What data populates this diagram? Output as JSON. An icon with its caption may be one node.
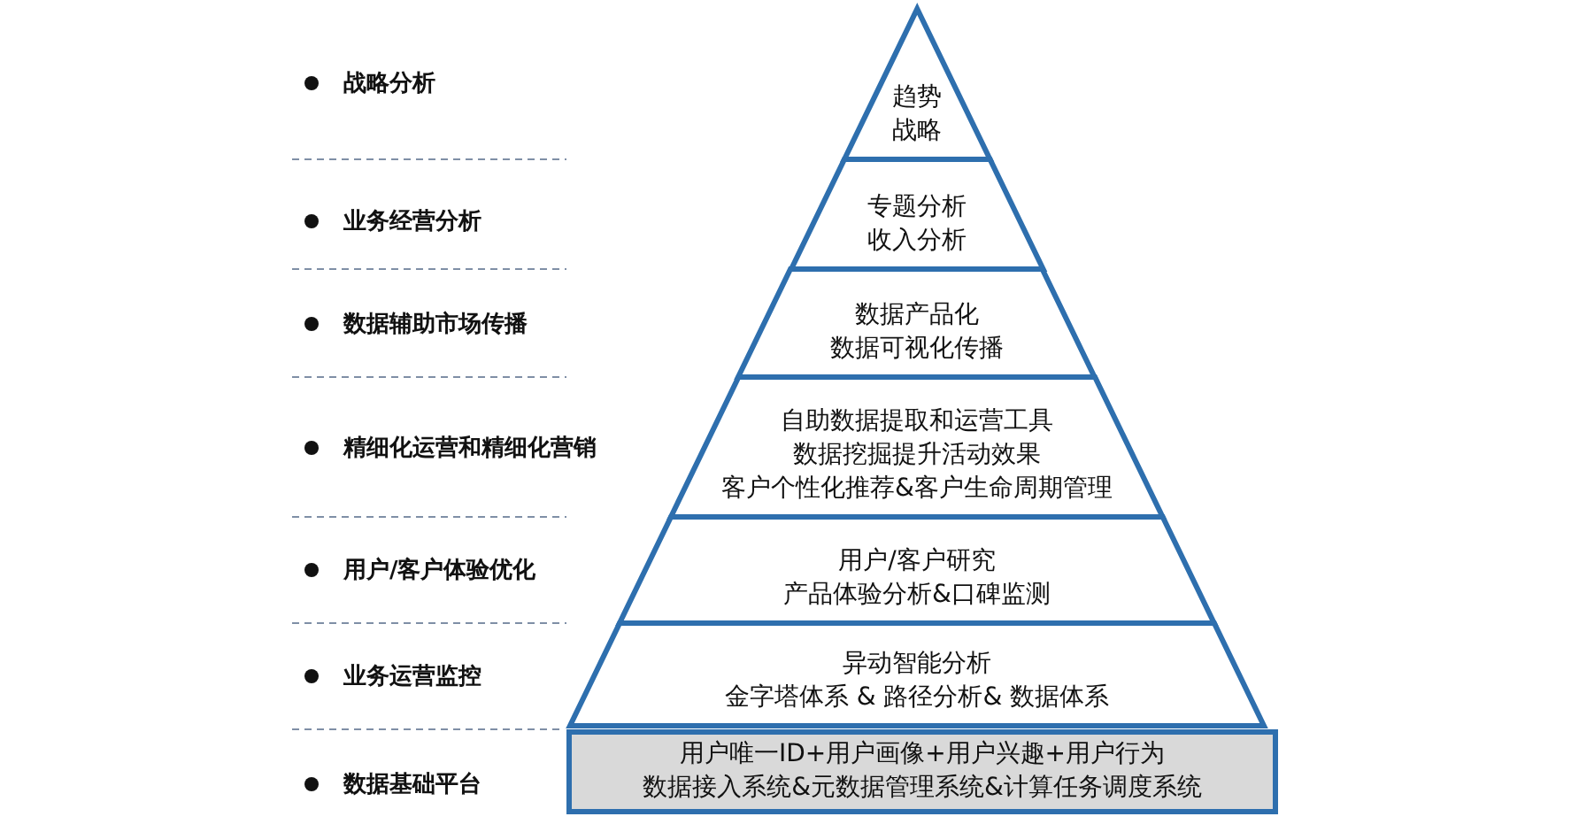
{
  "diagram": {
    "nodes": [
      {
        "text": [
          "趋势",
          "战略"
        ]
      },
      {
        "text": [
          "专题分析",
          "收入分析"
        ]
      },
      {
        "text": [
          "数据产品化",
          "数据可视化传播"
        ]
      },
      {
        "text": [
          "自助数据提取和运营工具",
          "数据挖掘提升活动效果",
          "客户个性化推荐&客户生命周期管理"
        ]
      },
      {
        "text": [
          "用户/客户研究",
          "产品体验分析&口碑监测"
        ]
      },
      {
        "text": [
          "异动智能分析",
          "金字塔体系 & 路径分析& 数据体系"
        ]
      },
      {
        "text": [
          "用户唯一ID+用户画像+用户兴趣+用户行为",
          "数据接入系统&元数据管理系统&计算任务调度系统"
        ]
      }
    ],
    "labels": [
      "战略分析",
      "业务经营分析",
      "数据辅助市场传播",
      "精细化运营和精细化营销",
      "用户/客户体验优化",
      "业务运营监控",
      "数据基础平台"
    ]
  }
}
